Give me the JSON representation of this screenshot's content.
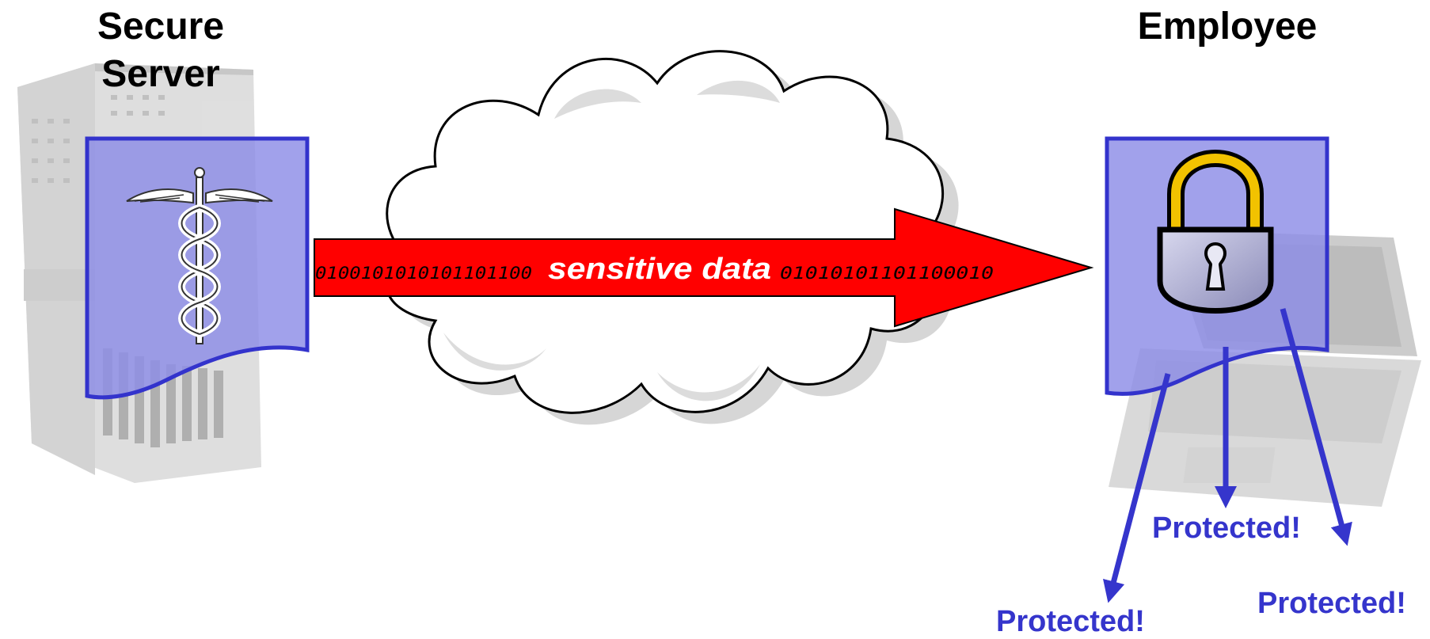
{
  "server": {
    "title_line1": "Secure",
    "title_line2": "Server",
    "icon": "caduceus-icon"
  },
  "employee": {
    "title": "Employee",
    "icon": "padlock-icon"
  },
  "transfer": {
    "bits_left": "0100101010101101100",
    "label": "sensitive data",
    "bits_right": "01010101101100010"
  },
  "protected_labels": [
    "Protected!",
    "Protected!",
    "Protected!"
  ],
  "colors": {
    "document_fill": "#8c8ce6",
    "document_stroke": "#3333cc",
    "arrow_fill": "#ff0000",
    "protected_text": "#3535cc",
    "lock_shackle": "#f2c200",
    "lock_body": "#b8b8d8"
  }
}
